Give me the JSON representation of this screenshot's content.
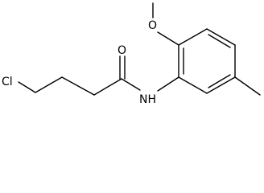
{
  "molecule": {
    "atoms": {
      "chlorine": "Cl",
      "oxygen_carbonyl": "O",
      "oxygen_methoxy": "O",
      "nitrogen": "NH"
    }
  }
}
